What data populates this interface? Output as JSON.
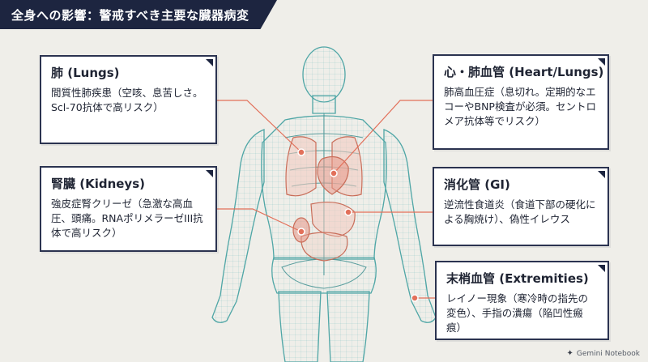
{
  "header": {
    "title": "全身への影響：警戒すべき主要な臓器病変"
  },
  "cards": [
    {
      "id": "lungs",
      "title": "肺 (Lungs)",
      "text": "間質性肺疾患（空咳、息苦しさ。Scl-70抗体で高リスク）"
    },
    {
      "id": "kidneys",
      "title": "腎臓 (Kidneys)",
      "text": "強皮症腎クリーゼ（急激な高血圧、頭痛。RNAポリメラーゼIII抗体で高リスク）"
    },
    {
      "id": "heart",
      "title": "心・肺血管 (Heart/Lungs)",
      "text": "肺高血圧症（息切れ。定期的なエコーやBNP検査が必須。セントロメア抗体等でリスク）"
    },
    {
      "id": "gi",
      "title": "消化管 (GI)",
      "text": "逆流性食道炎（食道下部の硬化による胸焼け）、偽性イレウス"
    },
    {
      "id": "extremities",
      "title": "末梢血管 (Extremities)",
      "text": "レイノー現象（寒冷時の指先の変色）、手指の潰瘍（陥凹性瘢痕）"
    }
  ],
  "footer": {
    "brand": "Gemini Notebook"
  },
  "colors": {
    "accent": "#e2705a",
    "body_outline": "#4fa6a6",
    "navy": "#1d2540"
  }
}
